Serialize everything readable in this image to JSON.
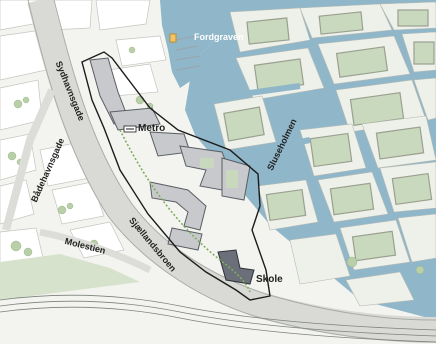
{
  "labels": {
    "fordgraven": "Fordgraven",
    "sydhavnsgade": "Sydhavnsgade",
    "metro": "Metro",
    "badehavnsgade": "Bådehavnsgade",
    "sluseholmen": "Sluseholmen",
    "sjaellandsbroen": "Sjællandsbroen",
    "molestien": "Molestien",
    "skole": "Skole"
  },
  "icons": {
    "metro": "metro-sign-icon"
  },
  "colors": {
    "water": "#8fb6c9",
    "land": "#f4f5f1",
    "building": "#ffffff",
    "courtyard_green": "#c9d9bd",
    "planned_building": "#c8c9cc",
    "school_building": "#6b6f7a",
    "site_outline": "#1c1c1c",
    "green_edge": "#7fae5a"
  }
}
